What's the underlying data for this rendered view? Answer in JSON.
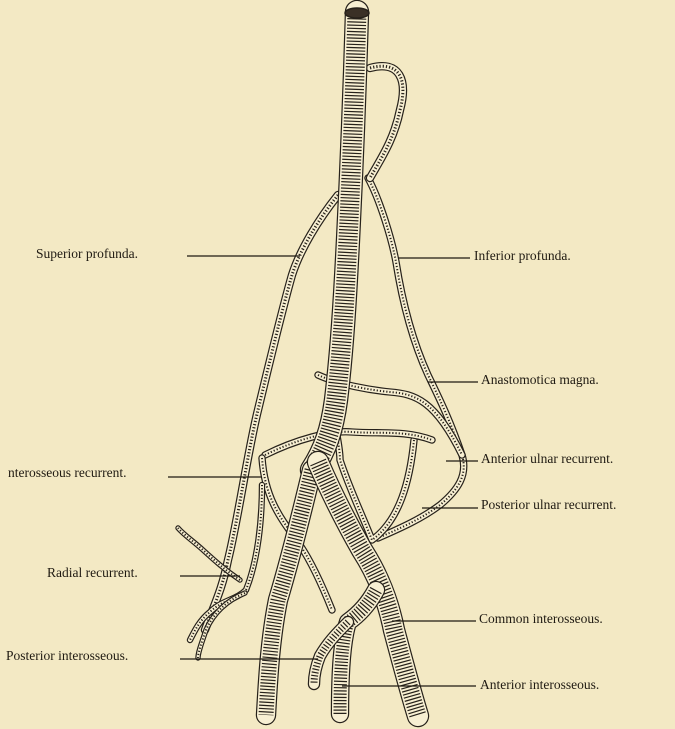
{
  "labels": {
    "superior_profunda": "Superior profunda.",
    "inferior_profunda": "Inferior profunda.",
    "anastomotica_magna": "Anastomotica magna.",
    "interosseous_recurrent": "nterosseous recurrent.",
    "anterior_ulnar_recurrent": "Anterior ulnar recurrent.",
    "posterior_ulnar_recurrent": "Posterior ulnar recurrent.",
    "radial_recurrent": "Radial recurrent.",
    "common_interosseous": "Common interosseous.",
    "posterior_interosseous": "Posterior interosseous.",
    "anterior_interosseous": "Anterior interosseous."
  },
  "colors": {
    "background": "#f3e9c4",
    "ink": "#26211a",
    "vessel_fill": "#f7efd2"
  }
}
